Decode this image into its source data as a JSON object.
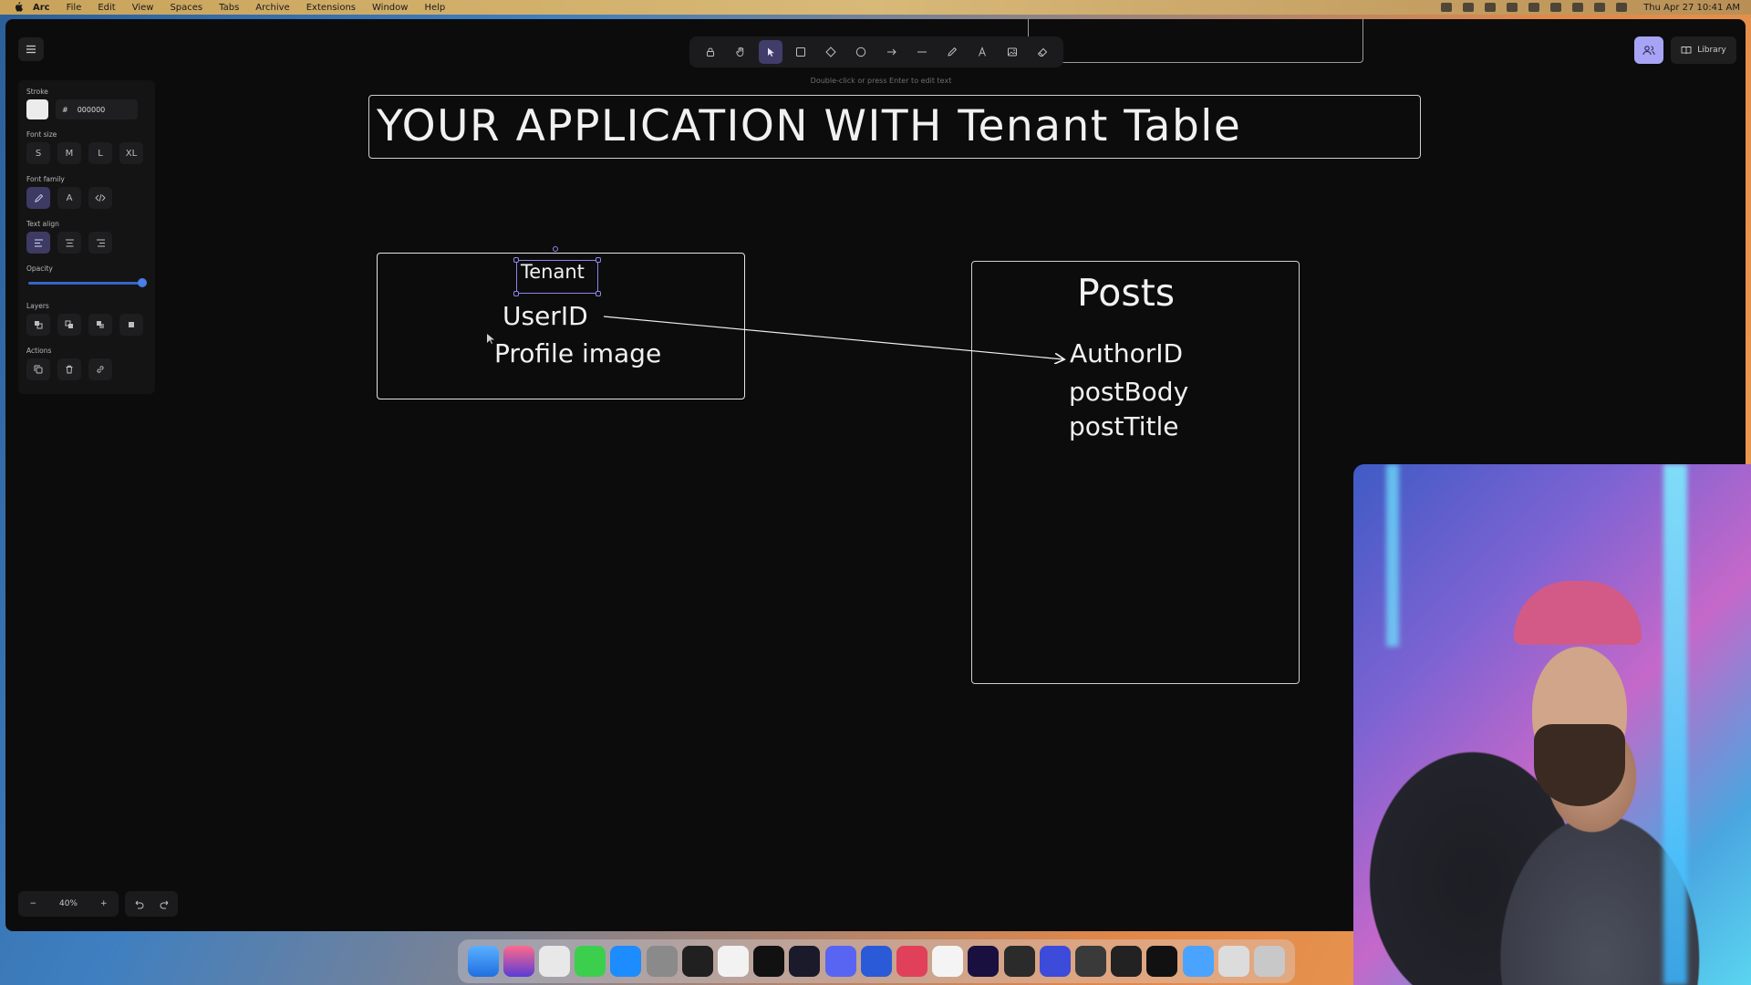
{
  "menubar": {
    "app": "Arc",
    "items": [
      "File",
      "Edit",
      "View",
      "Spaces",
      "Tabs",
      "Archive",
      "Extensions",
      "Window",
      "Help"
    ],
    "clock": "Thu Apr 27  10:41 AM"
  },
  "toolbar": {
    "tools": [
      "lock-icon",
      "hand-icon",
      "pointer-icon",
      "rectangle-icon",
      "diamond-icon",
      "ellipse-icon",
      "arrow-icon",
      "line-icon",
      "pencil-icon",
      "text-icon",
      "image-icon",
      "eraser-icon"
    ],
    "active_tool": "pointer-icon"
  },
  "hint": "Double-click or press Enter to edit text",
  "library_label": "Library",
  "panel": {
    "stroke_label": "Stroke",
    "stroke_hex_prefix": "#",
    "stroke_hex": "000000",
    "font_size_label": "Font size",
    "font_sizes": [
      "S",
      "M",
      "L",
      "XL"
    ],
    "font_family_label": "Font family",
    "font_family_glyph_normal": "A",
    "text_align_label": "Text align",
    "opacity_label": "Opacity",
    "opacity_value": 1.0,
    "layers_label": "Layers",
    "actions_label": "Actions"
  },
  "canvas": {
    "title": "YOUR APPLICATION WITH Tenant Table",
    "tenant_label": "Tenant",
    "tenant_fields": [
      "UserID",
      "Profile image"
    ],
    "posts_title": "Posts",
    "posts_fields": [
      "AuthorID",
      "postBody",
      "postTitle"
    ]
  },
  "zoom": {
    "minus": "−",
    "level": "40%",
    "plus": "+"
  },
  "colors": {
    "accent": "#8d86e9",
    "canvas_bg": "#0c0c0c",
    "slider": "#3a63c8"
  }
}
